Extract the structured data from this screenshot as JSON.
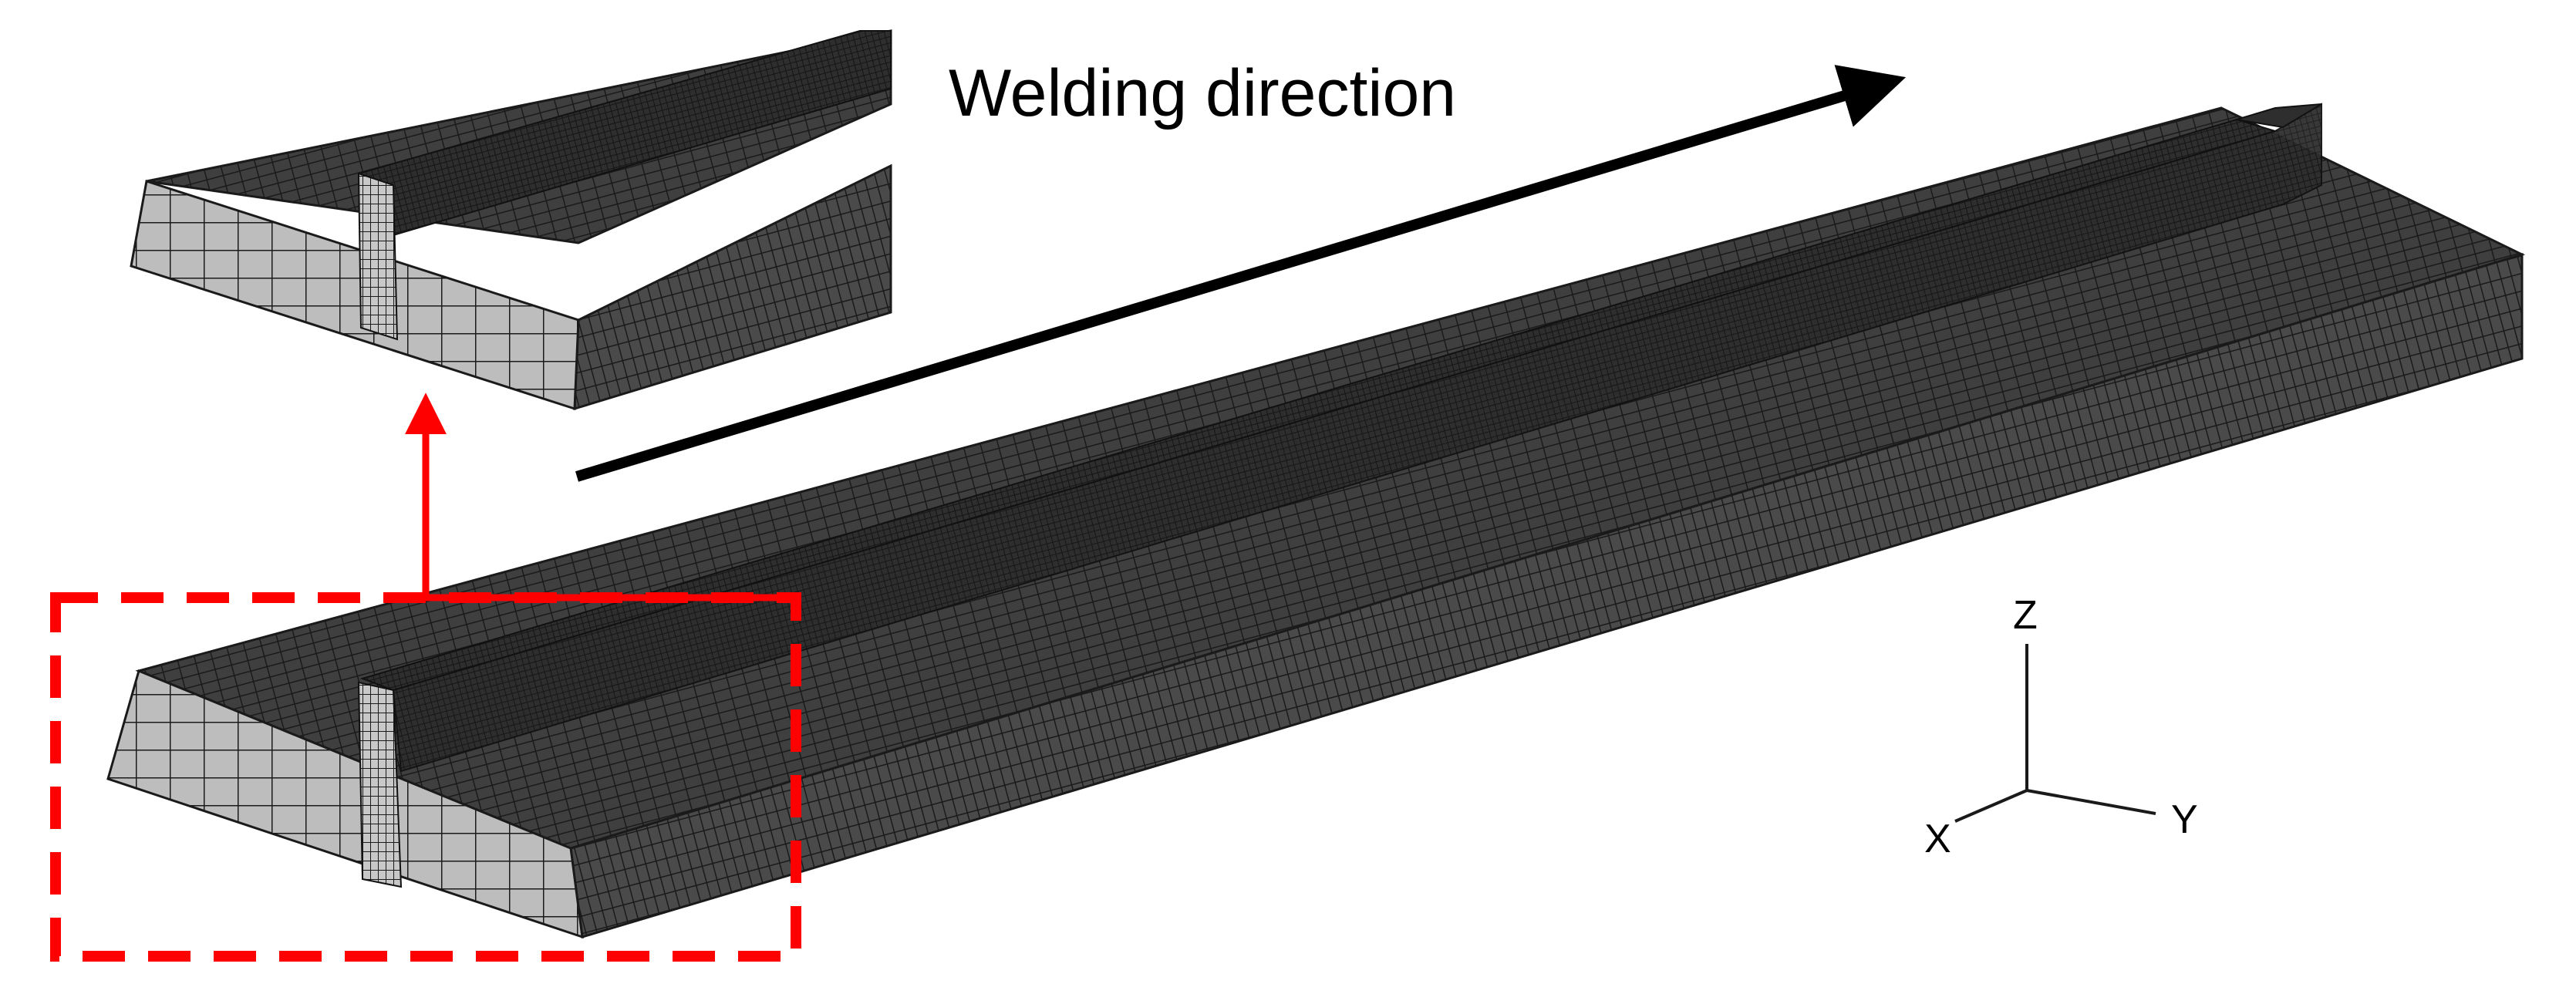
{
  "labels": {
    "direction": "Welding direction",
    "axis_z": "Z",
    "axis_x": "X",
    "axis_y": "Y"
  },
  "colors": {
    "mesh_dark": "#3a3a3a",
    "mesh_face_light": "#bdbdbd",
    "mesh_lines": "#1a1a1a",
    "highlight": "#ff0000",
    "arrow": "#000000"
  }
}
